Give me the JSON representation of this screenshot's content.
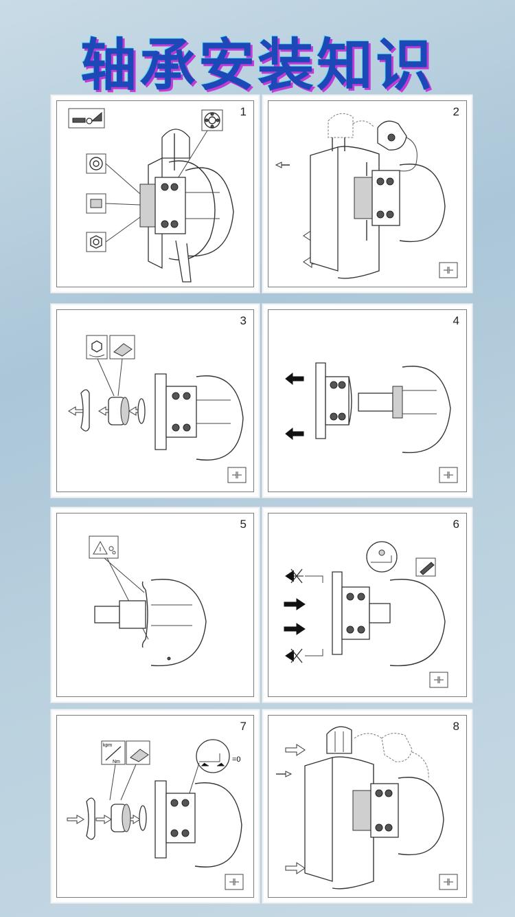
{
  "page": {
    "title": "轴承安装知识"
  },
  "steps": [
    {
      "number": "1"
    },
    {
      "number": "2"
    },
    {
      "number": "3"
    },
    {
      "number": "4"
    },
    {
      "number": "5"
    },
    {
      "number": "6"
    },
    {
      "number": "7",
      "torque_unit_top": "kpm",
      "torque_unit_bottom": "Nm",
      "gap_label": "=0"
    },
    {
      "number": "8"
    }
  ],
  "icons": {
    "corner_icon": "axial-play-icon",
    "colors": {
      "title": "#1d49b8",
      "title_shadow": "#c23ad6"
    }
  }
}
